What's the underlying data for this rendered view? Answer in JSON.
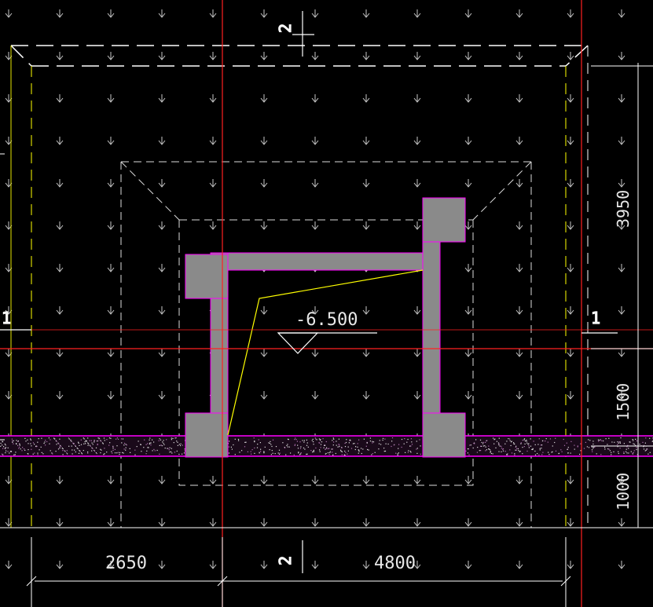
{
  "drawing": {
    "elevation_label": "-6.500",
    "section_marks": {
      "top": "2",
      "left": "1",
      "right": "1",
      "bottom": "2"
    },
    "dimensions": {
      "bottom": [
        "2650",
        "4800"
      ],
      "right": [
        "3950",
        "1500",
        "1000"
      ]
    },
    "colors": {
      "background": "#000000",
      "hatch_arrow": "#c8c8c8",
      "axis_red": "#ff2020",
      "boundary_yellow": "#ffff00",
      "outline_white": "#ffffff",
      "magenta": "#ff00ff",
      "column_fill": "#8a8a8a",
      "hatch_band": "#b070b0"
    },
    "icons": [
      "down-arrow-icon",
      "elevation-triangle-icon"
    ]
  }
}
